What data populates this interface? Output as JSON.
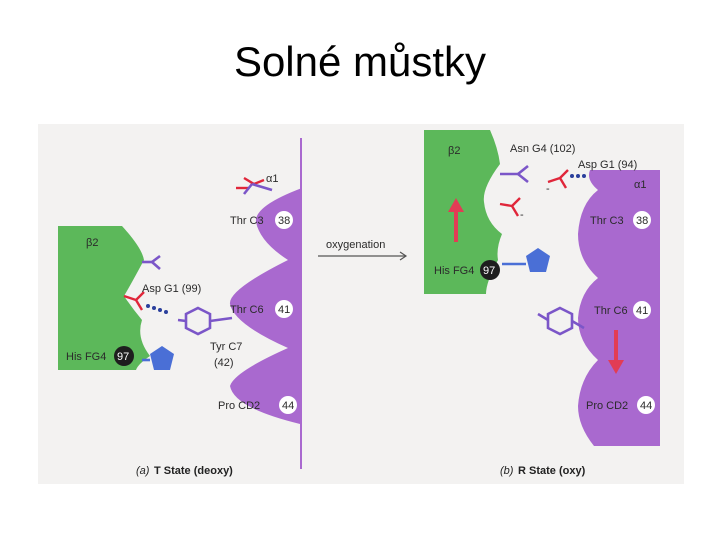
{
  "slide": {
    "title": "Solné můstky"
  },
  "panels": {
    "t_state": {
      "beta_chain": "β2",
      "alpha_chain": "α1",
      "residues": {
        "thr_c3": {
          "name": "Thr C3",
          "num": "38"
        },
        "thr_c6": {
          "name": "Thr C6",
          "num": "41"
        },
        "pro_cd2": {
          "name": "Pro CD2",
          "num": "44"
        },
        "his_fg4": {
          "name": "His FG4",
          "num": "97"
        },
        "asp_g1": "Asp G1 (99)",
        "tyr_c7_name": "Tyr C7",
        "tyr_c7_num": "(42)"
      },
      "caption_letter": "(a)",
      "caption": "T State (deoxy)"
    },
    "r_state": {
      "beta_chain": "β2",
      "alpha_chain": "α1",
      "residues": {
        "asn_g4": "Asn G4 (102)",
        "asp_g1": "Asp G1 (94)",
        "thr_c3": {
          "name": "Thr C3",
          "num": "38"
        },
        "thr_c6": {
          "name": "Thr C6",
          "num": "41"
        },
        "pro_cd2": {
          "name": "Pro CD2",
          "num": "44"
        },
        "his_fg4": {
          "name": "His FG4",
          "num": "97"
        }
      },
      "caption_letter": "(b)",
      "caption": "R State (oxy)"
    },
    "transition": "oxygenation"
  },
  "colors": {
    "beta_green": "#5cb85a",
    "alpha_purple": "#a969cf",
    "side_chain_blue": "#4a6fd6",
    "side_chain_purple": "#7b56c8",
    "charge_red": "#e0263a",
    "arrow_red": "#e23c55",
    "his_badge": "#1e1e1e"
  }
}
